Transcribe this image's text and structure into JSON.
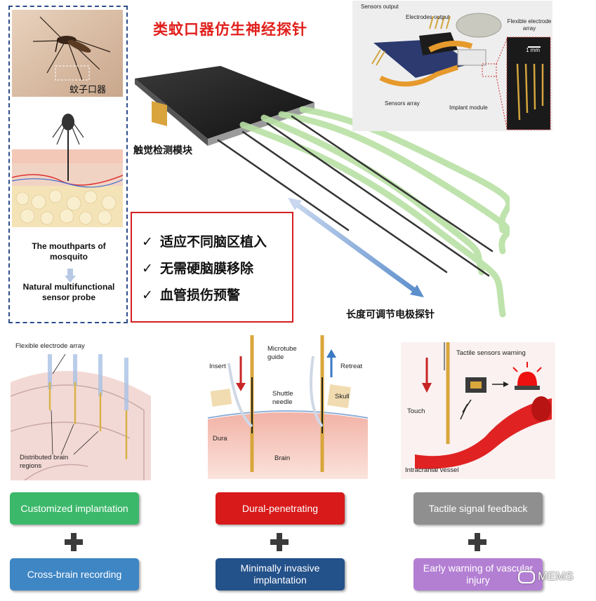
{
  "title": "类蚊口器仿生神经探针",
  "left_panel": {
    "mosquito_label": "蚊子口器",
    "mouthparts_label": "The mouthparts of mosquito",
    "probe_label": "Natural multifunctional sensor probe"
  },
  "device": {
    "tactile_module_label": "触觉检测模块",
    "adjustable_probe_label": "长度可调节电极探针"
  },
  "photo_inset": {
    "sensors_output": "Sensors output",
    "electrodes_output": "Electrodes output",
    "sensors_array": "Sensors array",
    "implant_module": "Implant module",
    "flexible_electrode_array": "Flexible electrode array",
    "scale_bar": "1 mm"
  },
  "features": [
    {
      "check": "✓",
      "text": "适应不同脑区植入"
    },
    {
      "check": "✓",
      "text": "无需硬脑膜移除"
    },
    {
      "check": "✓",
      "text": "血管损伤预警"
    }
  ],
  "panel1": {
    "flexible_electrode_array": "Flexible electrode array",
    "distributed_regions": "Distributed brain regions"
  },
  "panel2": {
    "microtube_guide": "Microtube guide",
    "insert": "Insert",
    "retreat": "Retreat",
    "shuttle_needle": "Shuttle needle",
    "skull": "Skull",
    "dura": "Dura",
    "brain": "Brain"
  },
  "panel3": {
    "tactile_warning": "Tactile sensors warning",
    "touch": "Touch",
    "intracranial_vessel": "Intracranial vessel"
  },
  "boxes": {
    "customized": "Customized implantation",
    "cross_brain": "Cross-brain recording",
    "dural_penetrating": "Dural-penetrating",
    "minimally_invasive": "Minimally invasive implantation",
    "tactile_feedback": "Tactile signal feedback",
    "early_warning": "Early warning of vascular injury"
  },
  "watermark": "MEMS",
  "colors": {
    "title_red": "#e0201c",
    "box_green": "#3cb86a",
    "box_blue": "#3f86c4",
    "box_red": "#d81a1a",
    "box_navy": "#23518a",
    "box_gray": "#8f8f8f",
    "box_purple": "#b37fd3"
  }
}
